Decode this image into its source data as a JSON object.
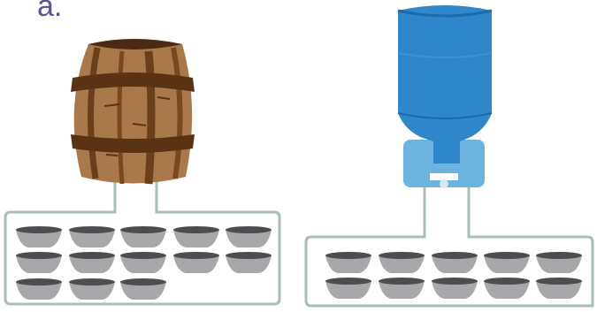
{
  "label": "a.",
  "left_group": {
    "container": "barrel-icon",
    "bowl_count": 13,
    "bowl_rows": [
      5,
      5,
      3
    ]
  },
  "right_group": {
    "container": "water-jug-icon",
    "bowl_count": 10,
    "bowl_rows": [
      5,
      5
    ]
  },
  "colors": {
    "wood_light": "#a9784b",
    "wood_dark": "#6b3f19",
    "hoop": "#5a3312",
    "jug_blue": "#2f86c8",
    "jug_dark": "#1f6aa8",
    "dispenser": "#6db3e0",
    "bowl": "#a8a8ab",
    "bowl_rim": "#4d4d50",
    "frame": "#a9bfb5"
  }
}
